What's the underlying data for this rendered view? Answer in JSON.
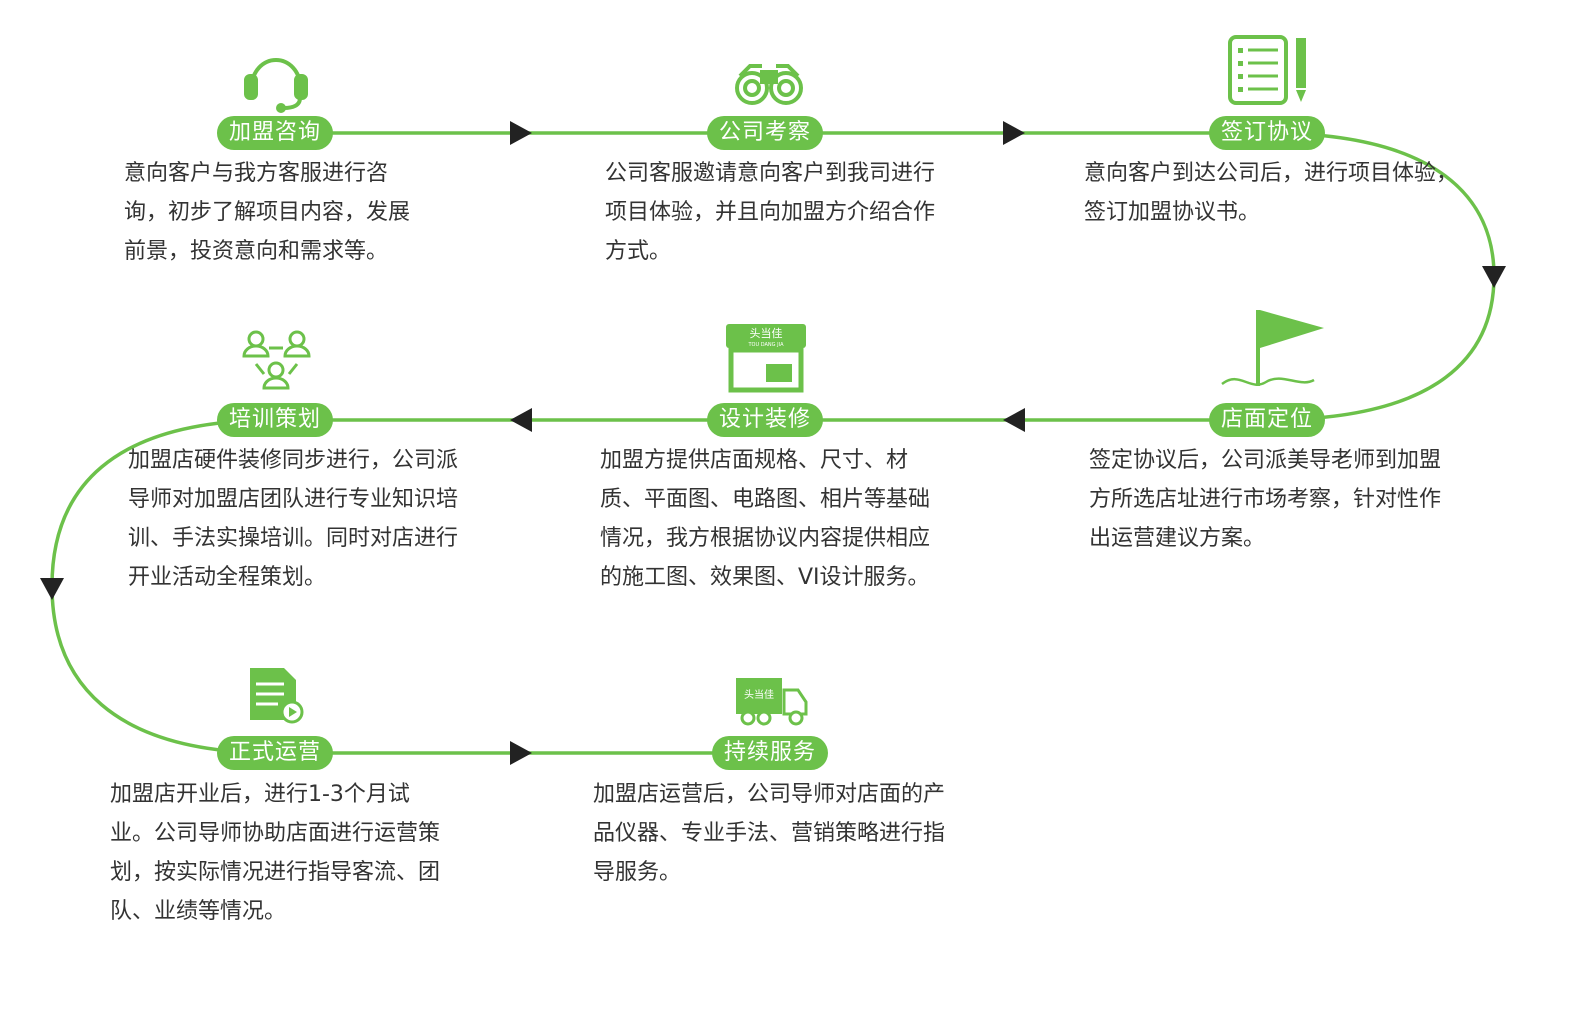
{
  "colors": {
    "accent": "#6cc14a",
    "arrow": "#222222",
    "text": "#333333"
  },
  "steps": [
    {
      "label": "加盟咨询",
      "icon": "headset-icon",
      "desc": "意向客户与我方客服进行咨询，初步了解项目内容，发展前景，投资意向和需求等。"
    },
    {
      "label": "公司考察",
      "icon": "binoculars-icon",
      "desc": "公司客服邀请意向客户到我司进行项目体验，并且向加盟方介绍合作方式。"
    },
    {
      "label": "签订协议",
      "icon": "checklist-pencil-icon",
      "desc": "意向客户到达公司后，进行项目体验，签订加盟协议书。"
    },
    {
      "label": "店面定位",
      "icon": "flag-icon",
      "desc": "签定协议后，公司派美导老师到加盟方所选店址进行市场考察，针对性作出运营建议方案。"
    },
    {
      "label": "设计装修",
      "icon": "storefront-icon",
      "desc": "加盟方提供店面规格、尺寸、材质、平面图、电路图、相片等基础情况，我方根据协议内容提供相应的施工图、效果图、VI设计服务。"
    },
    {
      "label": "培训策划",
      "icon": "team-icon",
      "desc": "加盟店硬件装修同步进行，公司派导师对加盟店团队进行专业知识培训、手法实操培训。同时对店进行开业活动全程策划。"
    },
    {
      "label": "正式运营",
      "icon": "document-play-icon",
      "desc": "加盟店开业后，进行1-3个月试业。公司导师协助店面进行运营策划，按实际情况进行指导客流、团队、业绩等情况。"
    },
    {
      "label": "持续服务",
      "icon": "delivery-truck-icon",
      "desc": "加盟店运营后，公司导师对店面的产品仪器、专业手法、营销策略进行指导服务。"
    }
  ],
  "brand": {
    "logo_text": "头当佳",
    "logo_sub": "TOU DANG JIA"
  }
}
